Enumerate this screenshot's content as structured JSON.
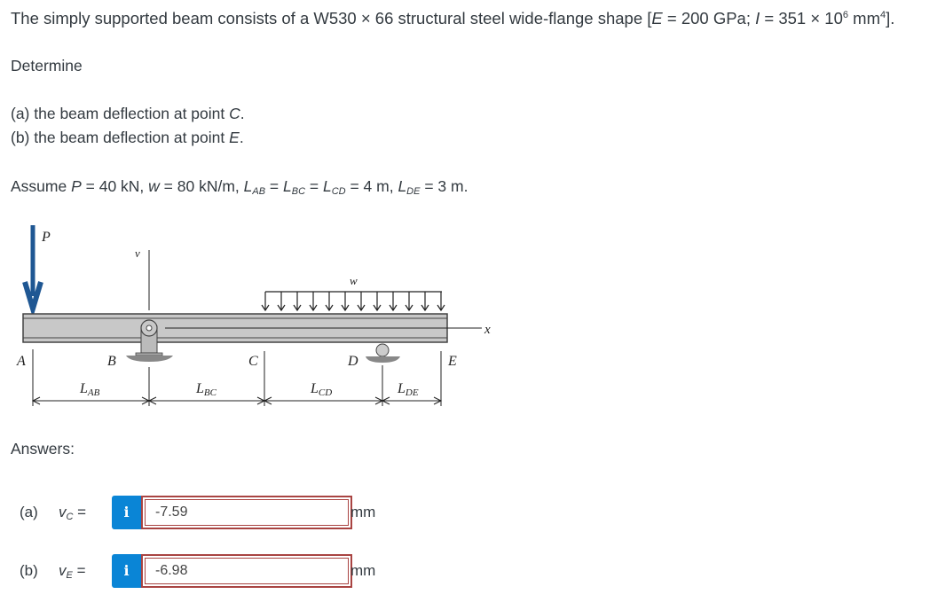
{
  "problem": {
    "intro_text": "The simply supported beam consists of a W530 × 66 structural steel wide-flange shape [",
    "E_label": "E",
    "E_value": " = 200 GPa; ",
    "I_label": "I",
    "I_value": " = 351 × 10",
    "I_exp": "6",
    "I_unit": " mm",
    "I_unit_exp": "4",
    "intro_end": "].",
    "determine": "Determine",
    "part_a": "(a) the beam deflection at point ",
    "part_a_point": "C",
    "part_b": "(b) the beam deflection at point ",
    "part_b_point": "E",
    "period": ".",
    "assume_prefix": "Assume ",
    "P_sym": "P",
    "P_val": " = 40 kN, ",
    "w_sym": "w",
    "w_val": " = 80 kN/m, ",
    "L_sym": "L",
    "L_AB_sub": "AB",
    "L_BC_sub": "BC",
    "L_CD_sub": "CD",
    "L_DE_sub": "DE",
    "eq": " = ",
    "L_CD_val": " = 4 m, ",
    "L_DE_val": " = 3 m."
  },
  "diagram": {
    "load_P": "P",
    "load_w": "w",
    "axis_v": "v",
    "axis_x": "x",
    "points": [
      "A",
      "B",
      "C",
      "D",
      "E"
    ],
    "dims": [
      "AB",
      "BC",
      "CD",
      "DE"
    ],
    "arrow_color": "#1f5793",
    "beam_fill": "#c8c8c8"
  },
  "answers": {
    "heading": "Answers:",
    "rows": [
      {
        "label": "(a)",
        "var": "v",
        "sub": "C",
        "eq": " =",
        "info": "i",
        "value": "-7.59",
        "unit": "mm"
      },
      {
        "label": "(b)",
        "var": "v",
        "sub": "E",
        "eq": " =",
        "info": "i",
        "value": "-6.98",
        "unit": "mm"
      }
    ]
  },
  "colors": {
    "info_button": "#0a85d6",
    "input_border_error": "#a94442",
    "text": "#333a40"
  }
}
